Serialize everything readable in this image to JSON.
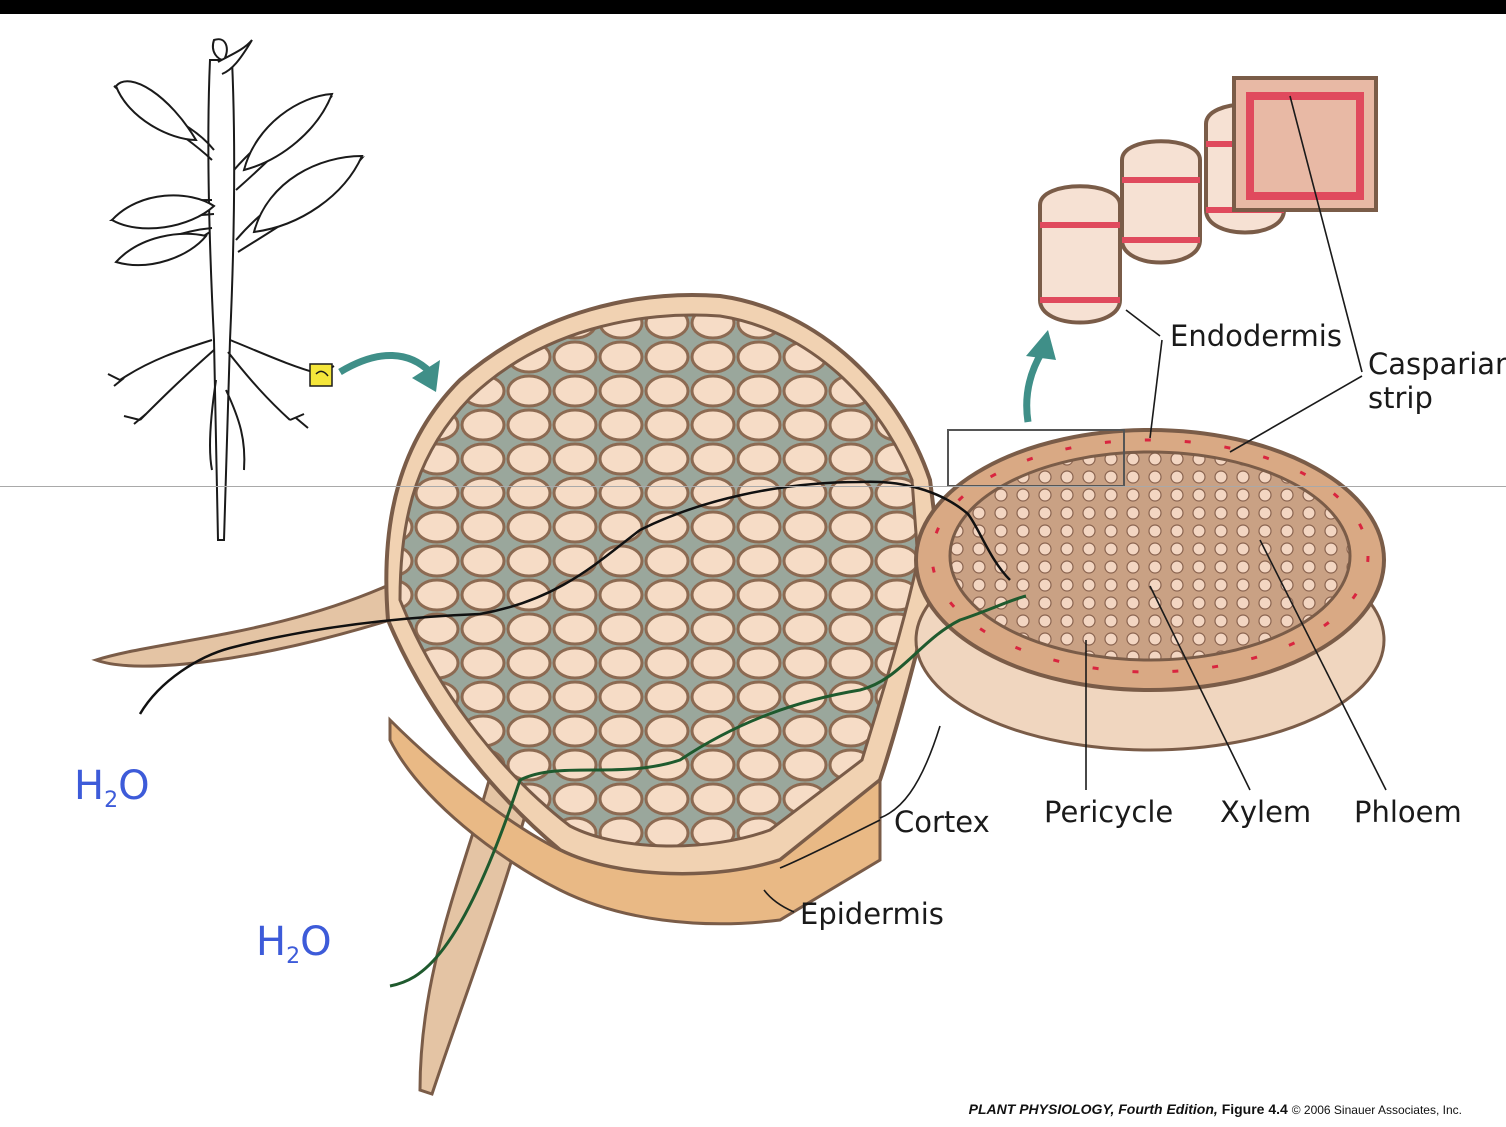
{
  "labels": {
    "endodermis": "Endodermis",
    "casparian_line1": "Casparian",
    "casparian_line2": "strip",
    "cortex": "Cortex",
    "epidermis": "Epidermis",
    "pericycle": "Pericycle",
    "xylem": "Xylem",
    "phloem": "Phloem"
  },
  "water": {
    "h": "H",
    "sub": "2",
    "o": "O"
  },
  "credit": {
    "book": "PLANT PHYSIOLOGY, Fourth Edition,",
    "figure": "Figure 4.4",
    "copyright": "© 2006 Sinauer Associates, Inc."
  },
  "colors": {
    "cell_fill": "#f6dcc6",
    "cell_wall": "#b08a6c",
    "casparian": "#d9253f",
    "xylem": "#3bb6bd",
    "phloem_cells": "#e86f6a",
    "pericycle": "#f0c95a",
    "arrow_teal": "#3f8f88",
    "water_label": "#3d5bd9"
  }
}
